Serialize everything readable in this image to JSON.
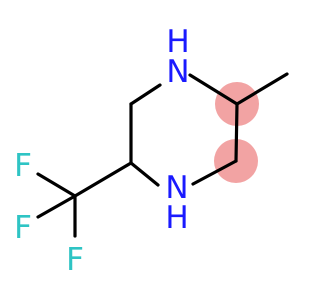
{
  "molecule": {
    "atoms": [
      {
        "id": "n1",
        "symbol": "N",
        "sub": "H",
        "color": "#1a1aff"
      },
      {
        "id": "n4",
        "symbol": "N",
        "sub": "H",
        "color": "#1a1aff"
      },
      {
        "id": "f1",
        "symbol": "F",
        "color": "#2ec4c4"
      },
      {
        "id": "f2",
        "symbol": "F",
        "color": "#2ec4c4"
      },
      {
        "id": "f3",
        "symbol": "F",
        "color": "#2ec4c4"
      }
    ],
    "highlight_color": "#f2a3a3",
    "bond_color": "#000000"
  }
}
